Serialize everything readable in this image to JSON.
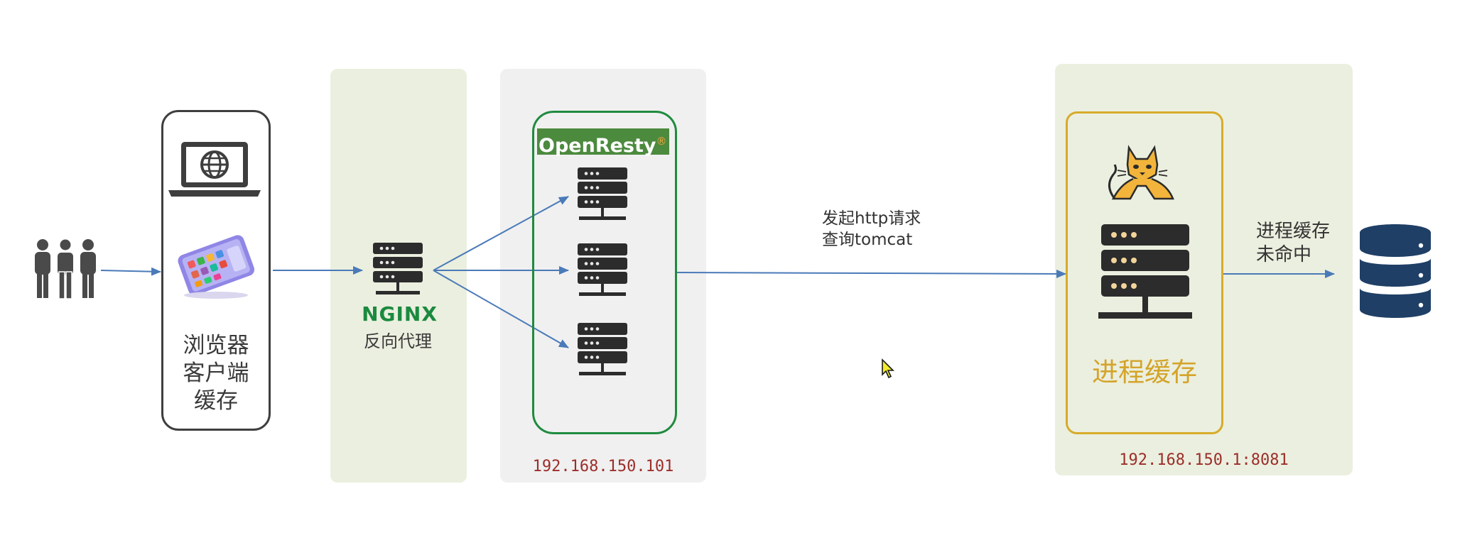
{
  "colors": {
    "green_panel": "#ebefdf",
    "gray_panel": "#f0f0f0",
    "arrow": "#4a7ab8",
    "server_dark": "#2c2c2c",
    "server_green": "#1b8a3f",
    "openresty_border": "#1f8b3f",
    "process_border": "#d7ab2a",
    "process_text": "#d4a42a",
    "ip_text": "#9b2e2a",
    "db_blue": "#1f3f66"
  },
  "browser_cache": {
    "label": "浏览器\n客户端\n缓存",
    "icons": [
      "users-icon",
      "laptop-globe-icon",
      "phone-icon"
    ]
  },
  "nginx": {
    "logo_text": "NGINX",
    "caption": "反向代理",
    "icon": "server-icon"
  },
  "openresty": {
    "logo_text": "OpenResty",
    "registered": "®",
    "ip": "192.168.150.101",
    "server_count": 3
  },
  "request_label": {
    "line1": "发起http请求",
    "line2": "查询tomcat"
  },
  "tomcat": {
    "title": "进程缓存",
    "ip": "192.168.150.1:8081",
    "icon": "tomcat-cat-icon"
  },
  "miss_label": {
    "line1": "进程缓存",
    "line2": "未命中"
  },
  "database": {
    "icon": "database-icon"
  }
}
